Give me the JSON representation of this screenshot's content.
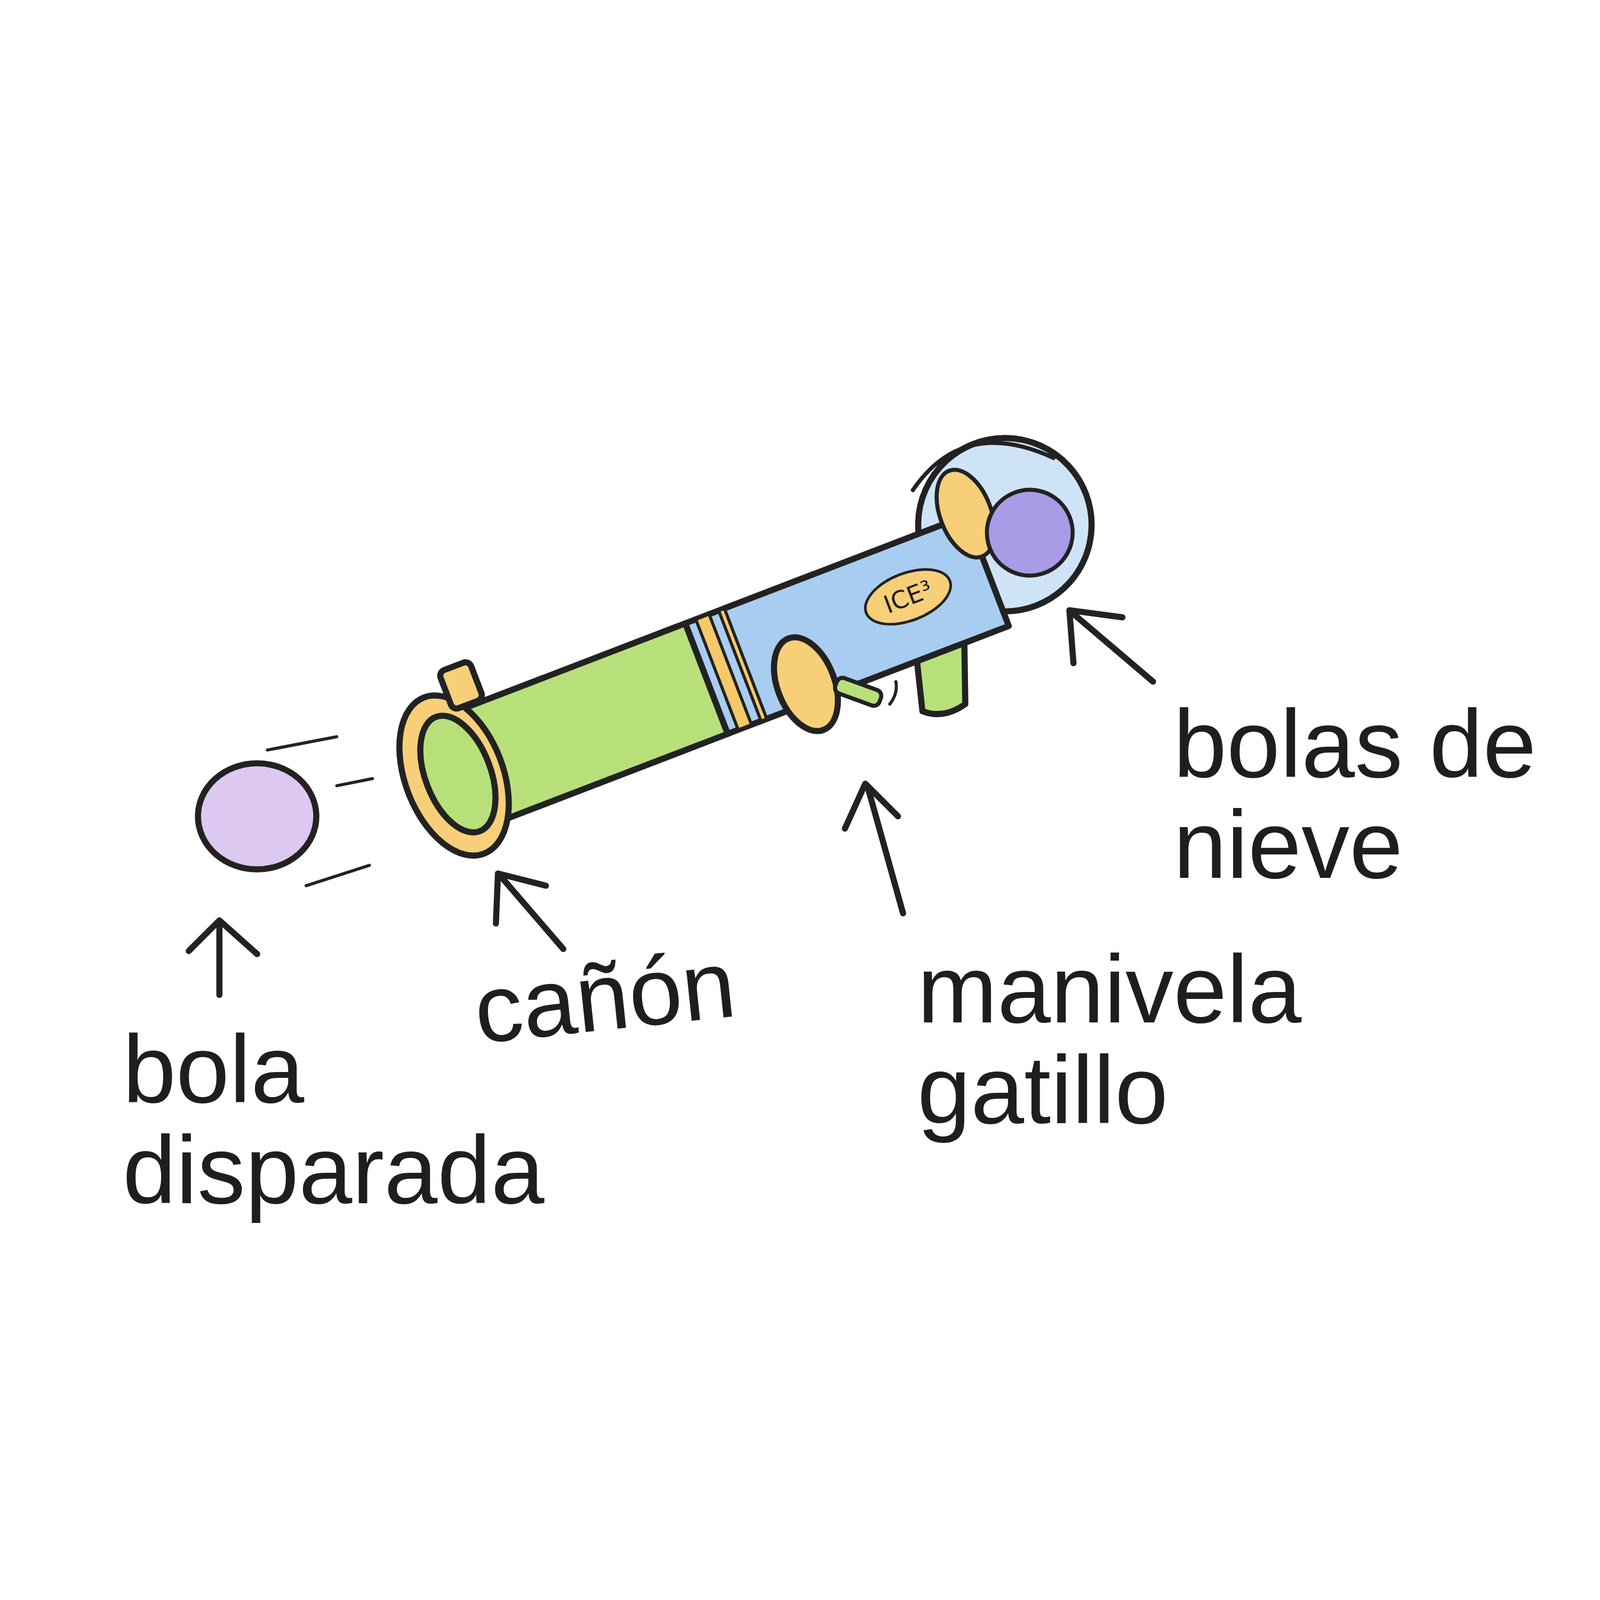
{
  "diagram": {
    "nodes": [
      {
        "text": [
          "ICE³"
        ]
      }
    ],
    "labels": [
      "bola disparada",
      "cañón",
      "manivela gatillo",
      "bolas de nieve"
    ]
  }
}
